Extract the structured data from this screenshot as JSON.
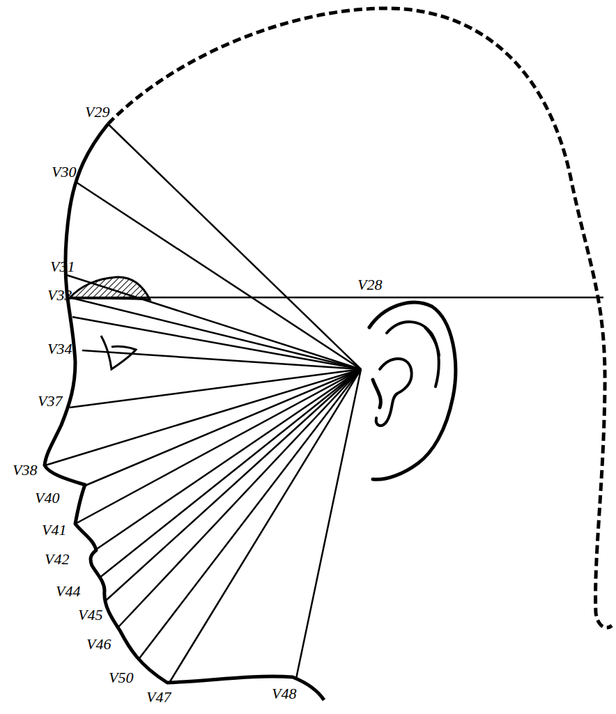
{
  "diagram": {
    "labels": [
      "V29",
      "V30",
      "V31",
      "V33",
      "V28",
      "V34",
      "V37",
      "V38",
      "V40",
      "V41",
      "V42",
      "V44",
      "V45",
      "V46",
      "V50",
      "V47",
      "V48"
    ]
  }
}
